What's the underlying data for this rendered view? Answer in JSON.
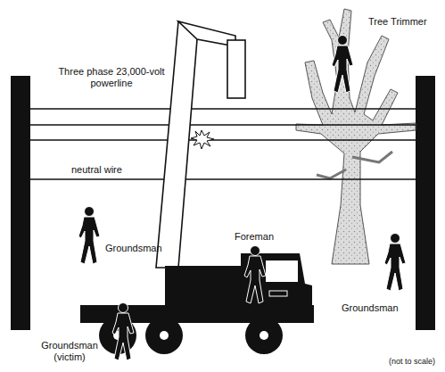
{
  "diagram": {
    "labels": [
      "Tree Trimmer",
      "Three phase 23,000-volt powerline",
      "neutral wire",
      "Groundsman",
      "Foreman",
      "Groundsman",
      "Groundsman (victim)",
      "(not to scale)"
    ]
  }
}
